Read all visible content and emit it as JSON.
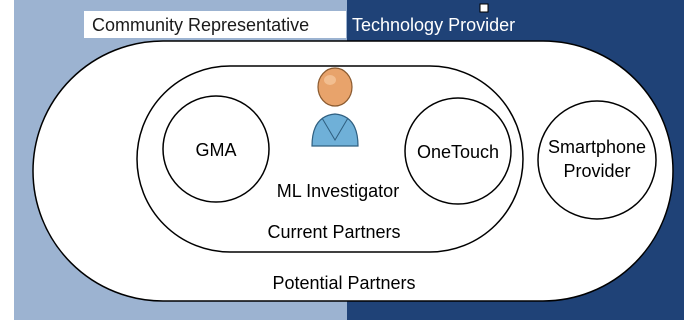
{
  "header": {
    "left_label": "Community Representative",
    "right_label": "Technology Provider"
  },
  "colors": {
    "left_panel": "#9cb3d1",
    "right_panel": "#1f4277",
    "shape_fill": "#ffffff",
    "stroke": "#000000",
    "person_head": "#e8a36b",
    "person_body": "#6fb0d8"
  },
  "outer_group": {
    "label": "Potential Partners"
  },
  "inner_group": {
    "label": "Current Partners"
  },
  "nodes": {
    "gma": "GMA",
    "onetouch": "OneTouch",
    "smartphone_line1": "Smartphone",
    "smartphone_line2": "Provider",
    "investigator": "ML Investigator"
  },
  "icons": {
    "investigator": "person-icon",
    "handle": "selection-handle-icon"
  }
}
